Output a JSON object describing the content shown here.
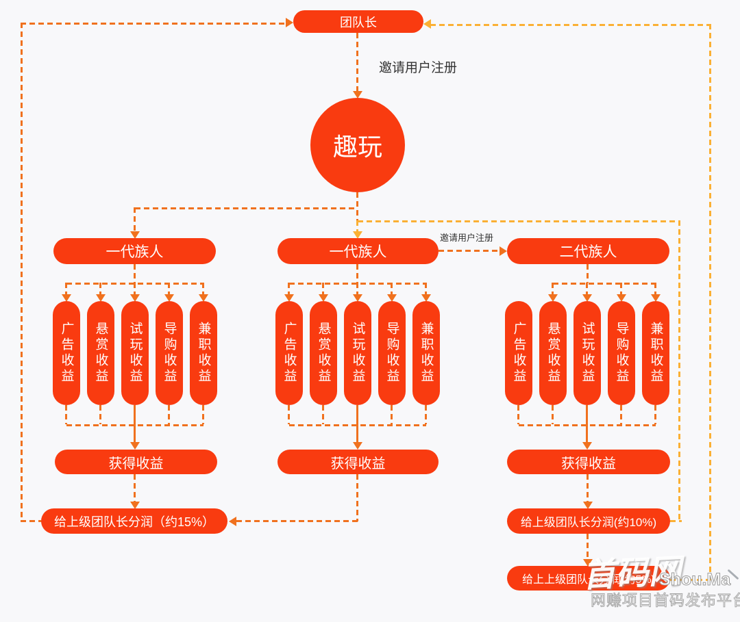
{
  "colors": {
    "node_red": "#F93B10",
    "connector_orange": "#F0711E",
    "connector_yellow": "#FBB034",
    "label_text": "#333333",
    "background": "#F8F8FA"
  },
  "header": {
    "team_leader": "团队长",
    "invite_label": "邀请用户注册",
    "app_name": "趣玩"
  },
  "mid_invite_label": "邀请用户注册",
  "branches": [
    {
      "title": "一代族人",
      "items": [
        "广告收益",
        "悬赏收益",
        "试玩收益",
        "导购收益",
        "兼职收益"
      ],
      "earn": "获得收益",
      "share": "给上级团队长分润（约15%）"
    },
    {
      "title": "一代族人",
      "items": [
        "广告收益",
        "悬赏收益",
        "试玩收益",
        "导购收益",
        "兼职收益"
      ],
      "earn": "获得收益"
    },
    {
      "title": "二代族人",
      "items": [
        "广告收益",
        "悬赏收益",
        "试玩收益",
        "导购收益",
        "兼职收益"
      ],
      "earn": "获得收益",
      "share": "给上级团队长分润(约10%)",
      "share2": "给上上级团队长分润(约5%)"
    }
  ],
  "watermark": {
    "brand": "首码网",
    "latin": "Shou.Ma",
    "tagline": "网赚项目首码发布平台"
  }
}
